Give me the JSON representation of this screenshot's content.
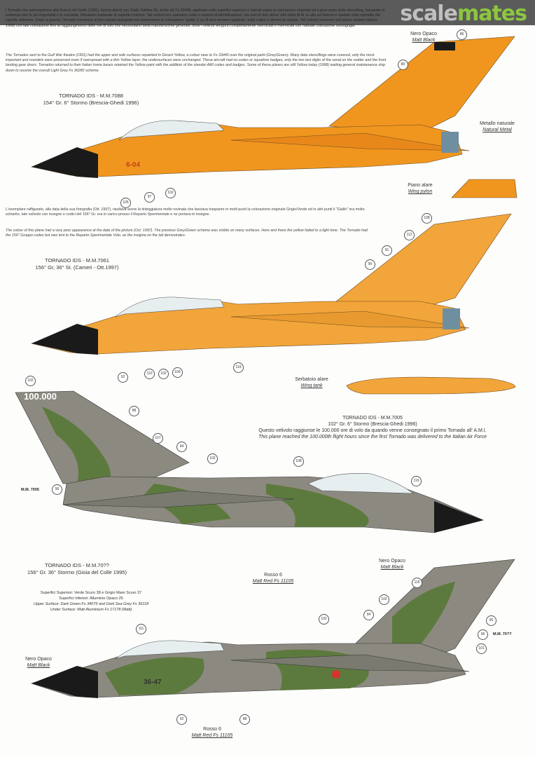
{
  "header": {
    "logo_part1": "scale",
    "logo_part2": "mates"
  },
  "colors": {
    "desert_yellow": "#f0961e",
    "faded_yellow": "#f2a53a",
    "dark_green": "#5d7a3e",
    "sea_grey": "#8c8a80",
    "nose_black": "#1a1a1a",
    "blue_grey": "#6f8fa0",
    "red": "#d8322a"
  },
  "section1": {
    "para_it": "I Tornado che parteciparono alla Guerra del Golfo (1991), furono dipinti con Giallo Sabbia 29, simile all' Fs 33446, applicato sulle superfici superiori e laterali sopra la colorazione originale ed a gran parte delle stencilling, lasciando in evidenza solo le più importanti e le coccarde. Rimasero inalterate le superfici inferiori. Tali velivoli non avevano codici o stemmi di identificazione, ma solo le due ultime cifre della M.M. in alto sul timone e ripetute sullo sportello del carrello anteriore. Dopo la guerra i Tornado tornarono ai loro reparti assegnati ma mantennero la colorazione \"gialla\" e su di essi vennero applicati i soliti codici e stemmi di reparto. Tali velivoli restarono (ed alcuni restano tuttora-1998) con tale colorazione fino al raggiungimento delle ore di volo che necessitano della manutenzione generale, dove i velivoli vengono completamente sverniciati e riverniciati con l'attuale colorazione monogrigia.",
    "para_en": "The Tornados sent to the Gulf War theatre (1991) had the upper and side surfaces repainted in Desert Yellow, a colour near to Fs 33446 over the original paint (Grey/Green). Many data stencillings were covered, only the most important and roundels were preserved even if overspread with a thin Yellow layer; the undersurfaces were unchanged. These aircraft had no codes or squadron badges, only the two last digits of the serial on the rudder and the front landing gear doors. Tornados returned to their Italian home bases retained the Yellow paint with the addition of the standar AMI codes and badges. Some of these planes are still Yellow today (1998) waiting general maintenance ship down to receive the overall Light Grey Fs 36280 scheme.",
    "title": "TORNADO IDS - M.M.7088",
    "subtitle": "154° Gr. 6° Stormo (Brescia-Ghedi 1996)",
    "nero_opaco": "Nero Opaco",
    "matt_black": "Matt Black",
    "metallo": "Metallo naturale",
    "natural_metal": "Natural Metal",
    "piano": "Piano alare",
    "wing_pylon": "Wing pylon",
    "code": "6-04",
    "callouts": [
      "86",
      "80",
      "105",
      "97",
      "102"
    ]
  },
  "section2": {
    "para_it": "L'esemplare raffigurato, alla data della sua fotografia (Ott. 1997), risultava avere la tinteggiatura molto rovinata che lasciava trasparire in molti punti la colorazione originale Grigio/Verde ed in altri punti il \"Giallo\" era molto schiarito, tale velivolo con insegne e codici del 156° Gr. era in carico presso il Reparto Sperimentale e ne portava le insegne.",
    "para_en": "The colour of this plane had a very poor appearance at the date of the picture (Oct. 1997). The previous Grey/Green scheme was visible on many surfaces. Here and there the yellow faded to a light tone. The Tornado had the 156° Gruppo codes but was lent to the Reparto Sperimentale Volo, as the insignia on the tail demostrates.",
    "title": "TORNADO IDS - M.M.7061",
    "subtitle": "156° Gr, 36° St. (Cameri - Ott.1997)",
    "serbatoio": "Serbatoio alare",
    "wing_tank": "Wing tank",
    "callouts": [
      "108",
      "112",
      "91",
      "90",
      "92",
      "110",
      "102",
      "109",
      "119"
    ]
  },
  "section3": {
    "title": "TORNADO IDS - M.M.7005",
    "subtitle": "102° Gr. 6° Stormo (Brescia-Ghedi 1996)",
    "para_it": "Questo velivolo raggiunse le 100.000 ore di volo da quando venne consegnato il primo Tornado all' A.M.I.",
    "para_en": "This plane reached the 100.000th flight hours since the first Tornado was delivered to the Italian Air Force",
    "tail_text": "100.000",
    "serial": "M.M. 7005",
    "callouts": [
      "102",
      "88",
      "107",
      "94",
      "102",
      "108",
      "119",
      "96"
    ]
  },
  "section4": {
    "title": "TORNADO IDS - M.M.70??",
    "subtitle": "156° Gr. 36° Stormo (Gioia del Colle 1995)",
    "spec1": "Superfici Superiori: Verde Scuro 38 e Grigio Mare Scuro 37",
    "spec2": "Superfici Inferiori: Alluminio Opaco 25",
    "spec3": "Upper Surface: Dark Green Fs 34079 and Dark Sea Grey Fs 36118",
    "spec4": "Under Surface: Matt Aluminium Fs 17178 (Matt)",
    "rosso_top": "Rosso 6",
    "matt_red_top": "Matt Red Fs 11105",
    "rosso_bottom": "Rosso 6",
    "matt_red_bottom": "Matt Red Fs 11105",
    "nero_left": "Nero Opaco",
    "matt_black_left": "Matt Black",
    "nero_right": "Nero Opaco",
    "matt_black_right": "Matt Black",
    "serial": "M.M. 70??",
    "code": "36-47",
    "callouts": [
      "119",
      "102",
      "94",
      "102",
      "90",
      "96",
      "101",
      "111",
      "92",
      "88"
    ]
  }
}
